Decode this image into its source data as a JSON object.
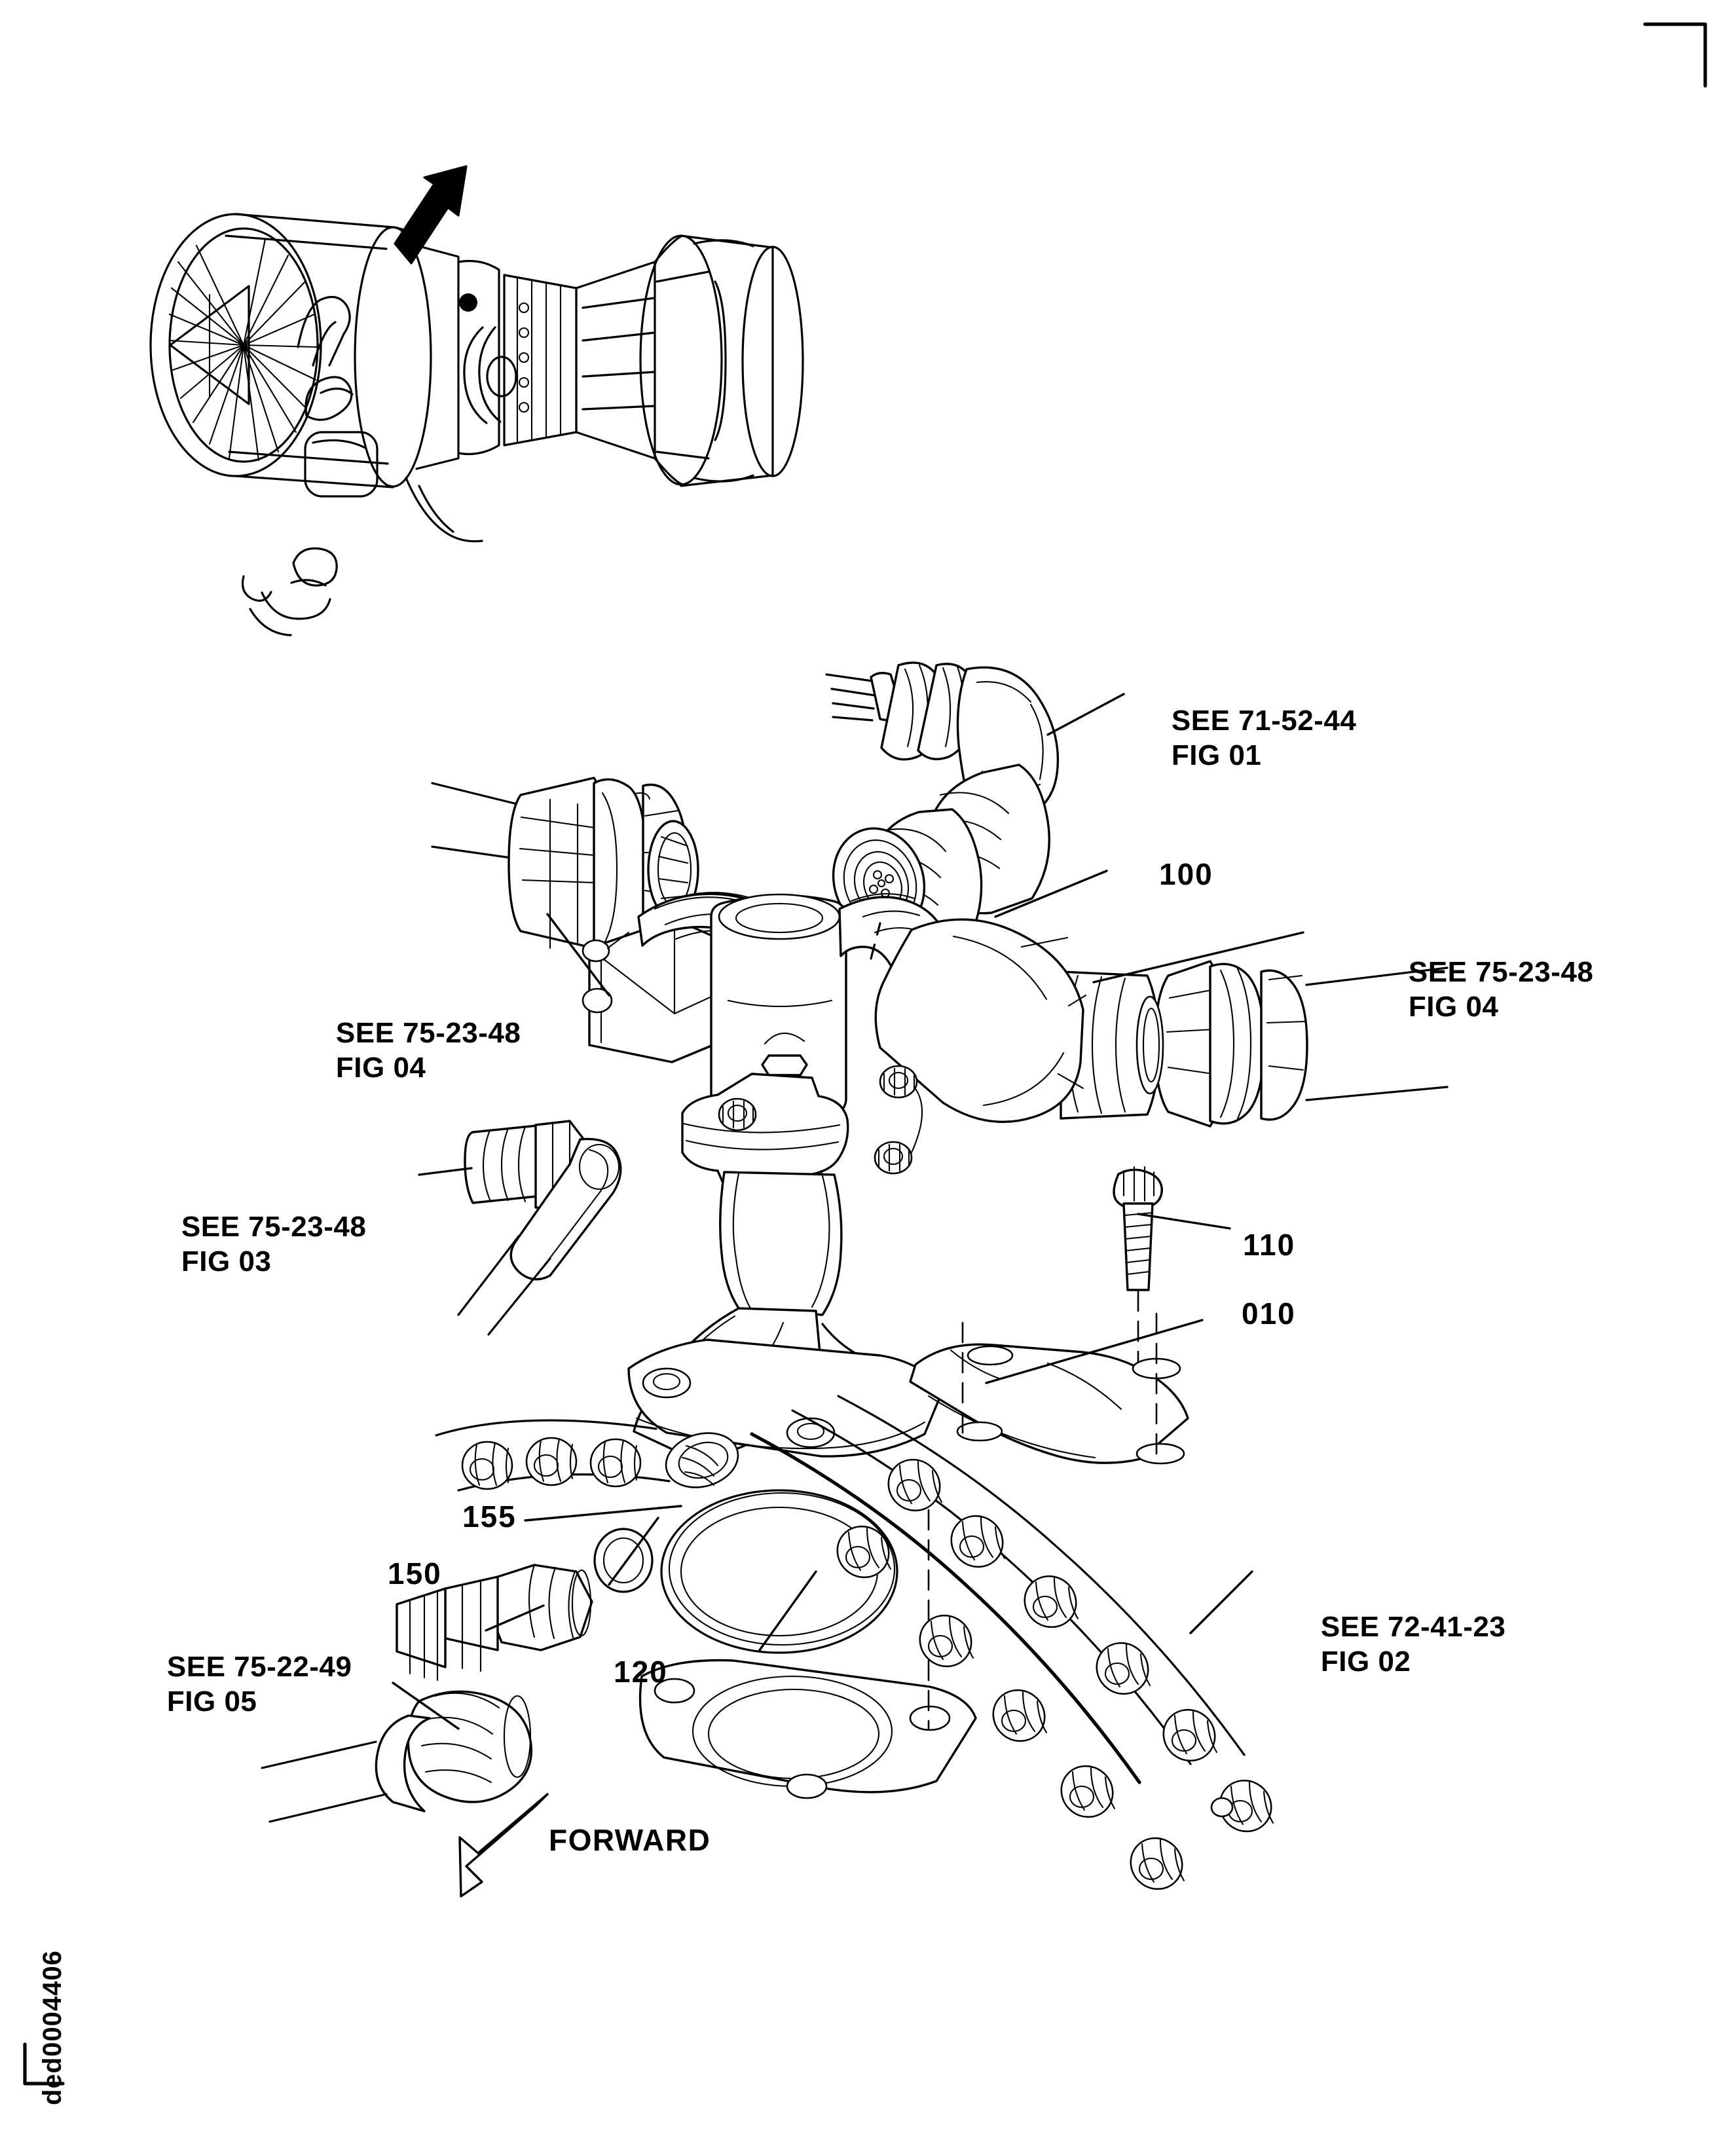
{
  "document": {
    "type": "illustrated-parts-catalog-figure",
    "doc_id": "ded0004406",
    "background_color": "#ffffff",
    "line_color": "#000000"
  },
  "locator_view": {
    "name": "engine-locator-view",
    "description": "turbofan engine outline with solid leader arrow pointing to installation location"
  },
  "callouts": {
    "see_71_52_44": {
      "line1": "SEE 71-52-44",
      "line2": "FIG 01"
    },
    "see_75_23_48_fig04_right": {
      "line1": "SEE 75-23-48",
      "line2": "FIG 04"
    },
    "see_75_23_48_fig04_left": {
      "line1": "SEE 75-23-48",
      "line2": "FIG 04"
    },
    "see_75_23_48_fig03": {
      "line1": "SEE 75-23-48",
      "line2": "FIG 03"
    },
    "see_75_22_49_fig05": {
      "line1": "SEE 75-22-49",
      "line2": "FIG 05"
    },
    "see_72_41_23_fig02": {
      "line1": "SEE 72-41-23",
      "line2": "FIG 02"
    }
  },
  "item_numbers": {
    "valve_body": "100",
    "bolt": "110",
    "bracket": "010",
    "packing_ring": "120",
    "union_fitting": "150",
    "oring_small": "155"
  },
  "direction_indicator": {
    "label": "FORWARD",
    "icon": "forward-arrow-icon"
  },
  "corner_mark": {
    "name": "registration-corner-mark"
  }
}
